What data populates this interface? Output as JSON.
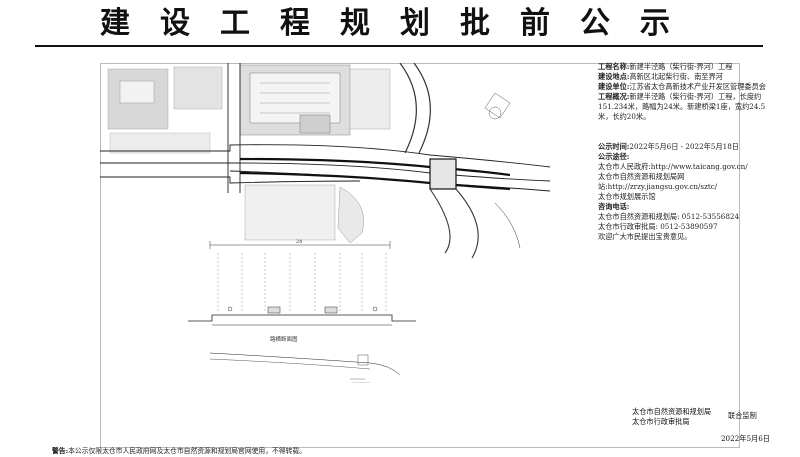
{
  "header": {
    "title": "建设工程规划批前公示"
  },
  "info": {
    "project_label": "工程名称:",
    "project_value": "新建半泾路（柴行街-界河）工程",
    "location_label": "建设地点:",
    "location_value": "高新区北起柴行街、南至界河",
    "unit_label": "建设单位:",
    "unit_value": "江苏省太仓高新技术产业开发区管理委员会",
    "overview_label": "工程概况:",
    "overview_value": "新建半泾路（柴行街-界河）工程，长度约151.234米，路幅为24米。新建桥梁1座，宽约24.5米，长约20米。",
    "period_label": "公示时间:",
    "period_value": "2022年5月6日 - 2022年5月18日",
    "channels_label": "公示途径:",
    "channel1": "太仓市人民政府:http://www.taicang.gov.cn/",
    "channel2": "太仓市自然资源和规划局网站:http://zrzy.jiangsu.gov.cn/sztc/",
    "channel3": "太仓市规划展示馆",
    "contact_label": "咨询电话:",
    "contact1": "太仓市自然资源和规划局: 0512-53556824",
    "contact2": "太仓市行政审批局: 0512-53890597",
    "welcome": "欢迎广大市民提出宝贵意见。"
  },
  "signature": {
    "org1": "太仓市自然资源和规划局",
    "org2": "太仓市行政审批局",
    "joint": "联合监制",
    "date": "2022年5月6日"
  },
  "notice": {
    "label": "警告:",
    "text": "本公示仅限太仓市人民政府网及太仓市自然资源和规划局官网使用，不得转载。"
  },
  "drawing": {
    "section_caption": "路横断面图",
    "dimension_total": "24"
  }
}
